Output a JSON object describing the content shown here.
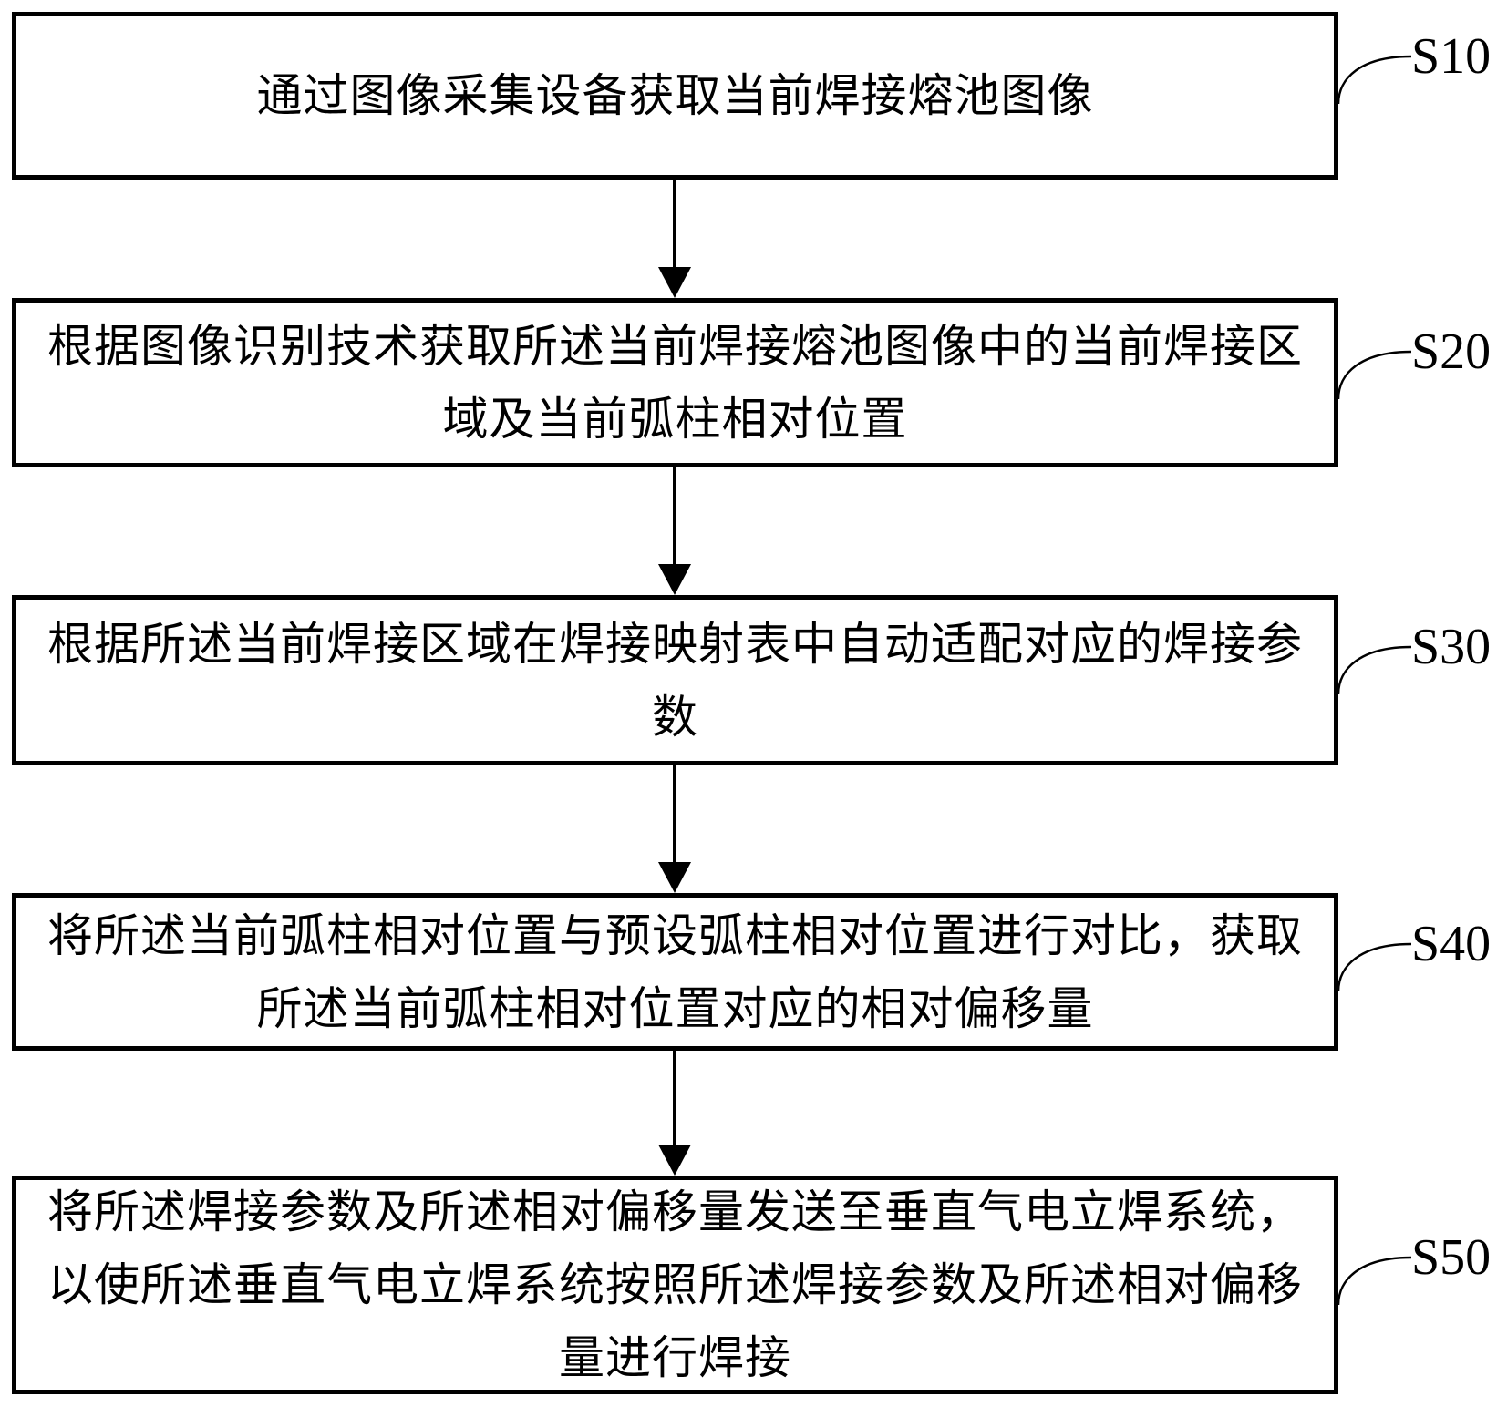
{
  "page": {
    "background_color": "#ffffff",
    "line_color": "#000000"
  },
  "flowchart": {
    "type": "vertical-step-flow",
    "steps": [
      {
        "label": "S10",
        "lines": [
          "通过图像采集设备获取当前焊接熔池图像"
        ]
      },
      {
        "label": "S20",
        "lines": [
          "根据图像识别技术获取所述当前焊接熔池图像中的当前焊接区",
          "域及当前弧柱相对位置"
        ]
      },
      {
        "label": "S30",
        "lines": [
          "根据所述当前焊接区域在焊接映射表中自动适配对应的焊接参",
          "数"
        ]
      },
      {
        "label": "S40",
        "lines": [
          "将所述当前弧柱相对位置与预设弧柱相对位置进行对比，获取",
          "所述当前弧柱相对位置对应的相对偏移量"
        ]
      },
      {
        "label": "S50",
        "lines": [
          "将所述焊接参数及所述相对偏移量发送至垂直气电立焊系统，",
          "以使所述垂直气电立焊系统按照所述焊接参数及所述相对偏移",
          "量进行焊接"
        ]
      }
    ]
  }
}
